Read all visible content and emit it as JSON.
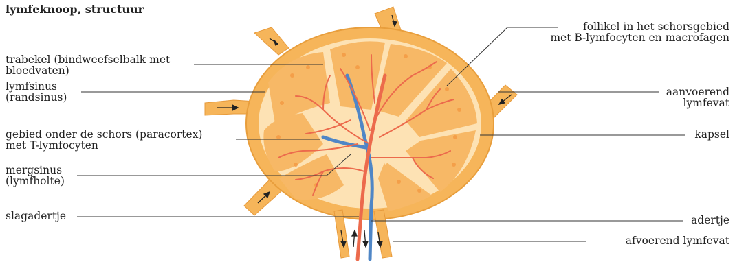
{
  "title": "lymfeknoop, structuur",
  "labels_left": [
    {
      "id": "trabekel",
      "line1": "trabekel (bindweefselbalk met",
      "line2": "bloedvaten)"
    },
    {
      "id": "lymfsinus",
      "line1": "lymfsinus",
      "line2": "(randsinus)"
    },
    {
      "id": "paracortex",
      "line1": "gebied onder de schors (paracortex)",
      "line2": "met T-lymfocyten"
    },
    {
      "id": "mergsinus",
      "line1": "mergsinus",
      "line2": "(lymfholte)"
    },
    {
      "id": "slagadertje",
      "line1": "slagadertje",
      "line2": ""
    }
  ],
  "labels_right": [
    {
      "id": "follikel",
      "line1": "follikel in het schorsgebied",
      "line2": "met B-lymfocyten en macrofagen"
    },
    {
      "id": "aanvoerend",
      "line1": "aanvoerend",
      "line2": "lymfevat"
    },
    {
      "id": "kapsel",
      "line1": "kapsel",
      "line2": ""
    },
    {
      "id": "adertje",
      "line1": "adertje",
      "line2": ""
    },
    {
      "id": "afvoerend",
      "line1": "afvoerend lymfevat",
      "line2": ""
    }
  ],
  "colors": {
    "capsule": "#f6b55a",
    "sinus": "#fde2b4",
    "cortex": "#f7b866",
    "follicle_dot": "#f49b45",
    "artery": "#ec6a4c",
    "vein": "#4f86c6",
    "leader_line": "#333333"
  }
}
